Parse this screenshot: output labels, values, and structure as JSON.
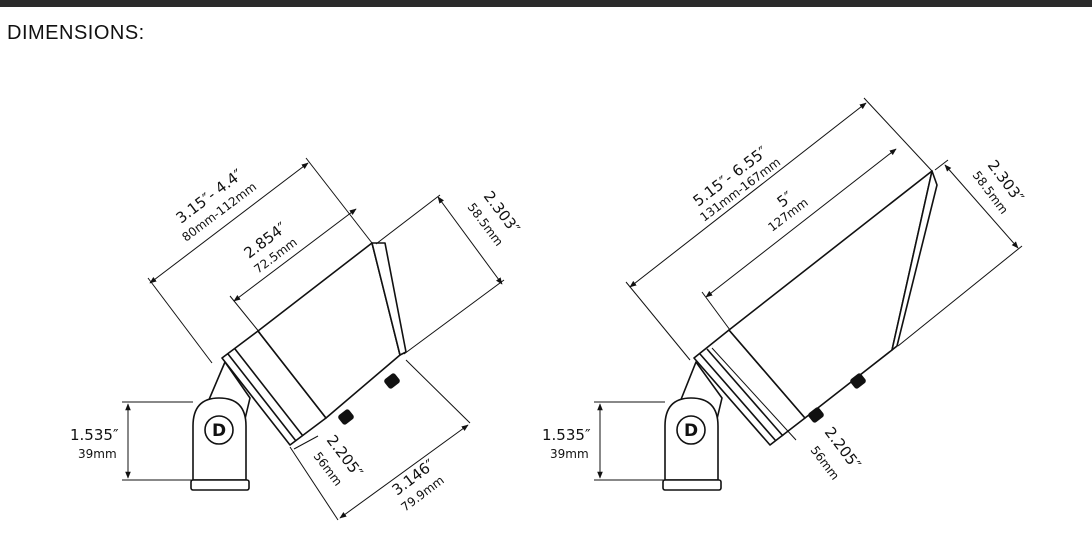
{
  "header": {
    "title": "DIMENSIONS:"
  },
  "left_fixture": {
    "overall_length": {
      "inch": "3.15″- 4.4″",
      "mm": "80mm-112mm"
    },
    "body_length": {
      "inch": "2.854″",
      "mm": "72.5mm"
    },
    "head_width": {
      "inch": "2.303″",
      "mm": "58.5mm"
    },
    "base_height": {
      "inch": "1.535″",
      "mm": "39mm"
    },
    "collar_diameter": {
      "inch": "2.205″",
      "mm": "56mm"
    },
    "rear_offset": {
      "inch": "3.146″",
      "mm": "79.9mm"
    },
    "logo_letter": "D"
  },
  "right_fixture": {
    "overall_length": {
      "inch": "5.15″- 6.55″",
      "mm": "131mm-167mm"
    },
    "body_length": {
      "inch": "5″",
      "mm": "127mm"
    },
    "head_width": {
      "inch": "2.303″",
      "mm": "58.5mm"
    },
    "base_height": {
      "inch": "1.535″",
      "mm": "39mm"
    },
    "collar_diameter": {
      "inch": "2.205″",
      "mm": "56mm"
    },
    "logo_letter": "D"
  }
}
